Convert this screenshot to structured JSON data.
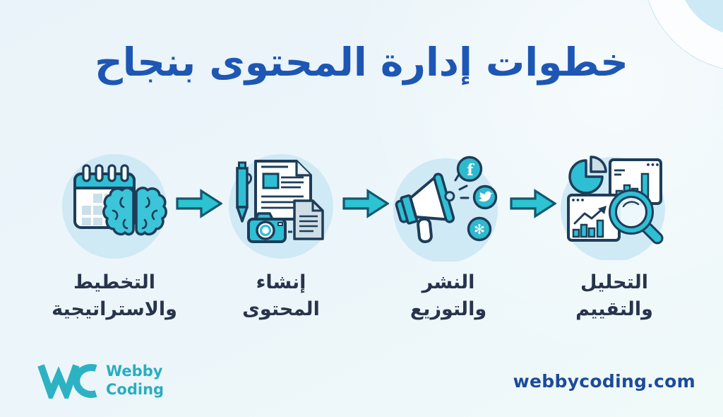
{
  "title": "خطوات إدارة المحتوى بنجاح",
  "steps": [
    {
      "name": "planning",
      "label_line1": "التخطيط",
      "label_line2": "والاستراتيجية",
      "icon": "calendar-brain-icon"
    },
    {
      "name": "creation",
      "label_line1": "إنشاء",
      "label_line2": "المحتوى",
      "icon": "document-pen-camera-icon"
    },
    {
      "name": "publishing",
      "label_line1": "النشر",
      "label_line2": "والتوزيع",
      "icon": "megaphone-social-icon"
    },
    {
      "name": "analysis",
      "label_line1": "التحليل",
      "label_line2": "والتقييم",
      "icon": "charts-magnifier-icon"
    }
  ],
  "icons": {
    "social": [
      "facebook-icon",
      "twitter-icon",
      "social-icon"
    ],
    "facebook_glyph": "f",
    "social_glyph": "✻"
  },
  "footer": {
    "brand_line1": "Webby",
    "brand_line2": "Coding",
    "website": "webbycoding.com"
  },
  "colors": {
    "title_blue": "#1e56b4",
    "label_navy": "#28344c",
    "accent_teal": "#2fbfd4",
    "outline_navy": "#1d3d59",
    "icon_bubble_blue": "#cfe9f5",
    "arrow_border": "#11596e",
    "logo_teal": "#29adc0",
    "website_blue": "#1c4a9b",
    "background": "#ecf6fa"
  }
}
